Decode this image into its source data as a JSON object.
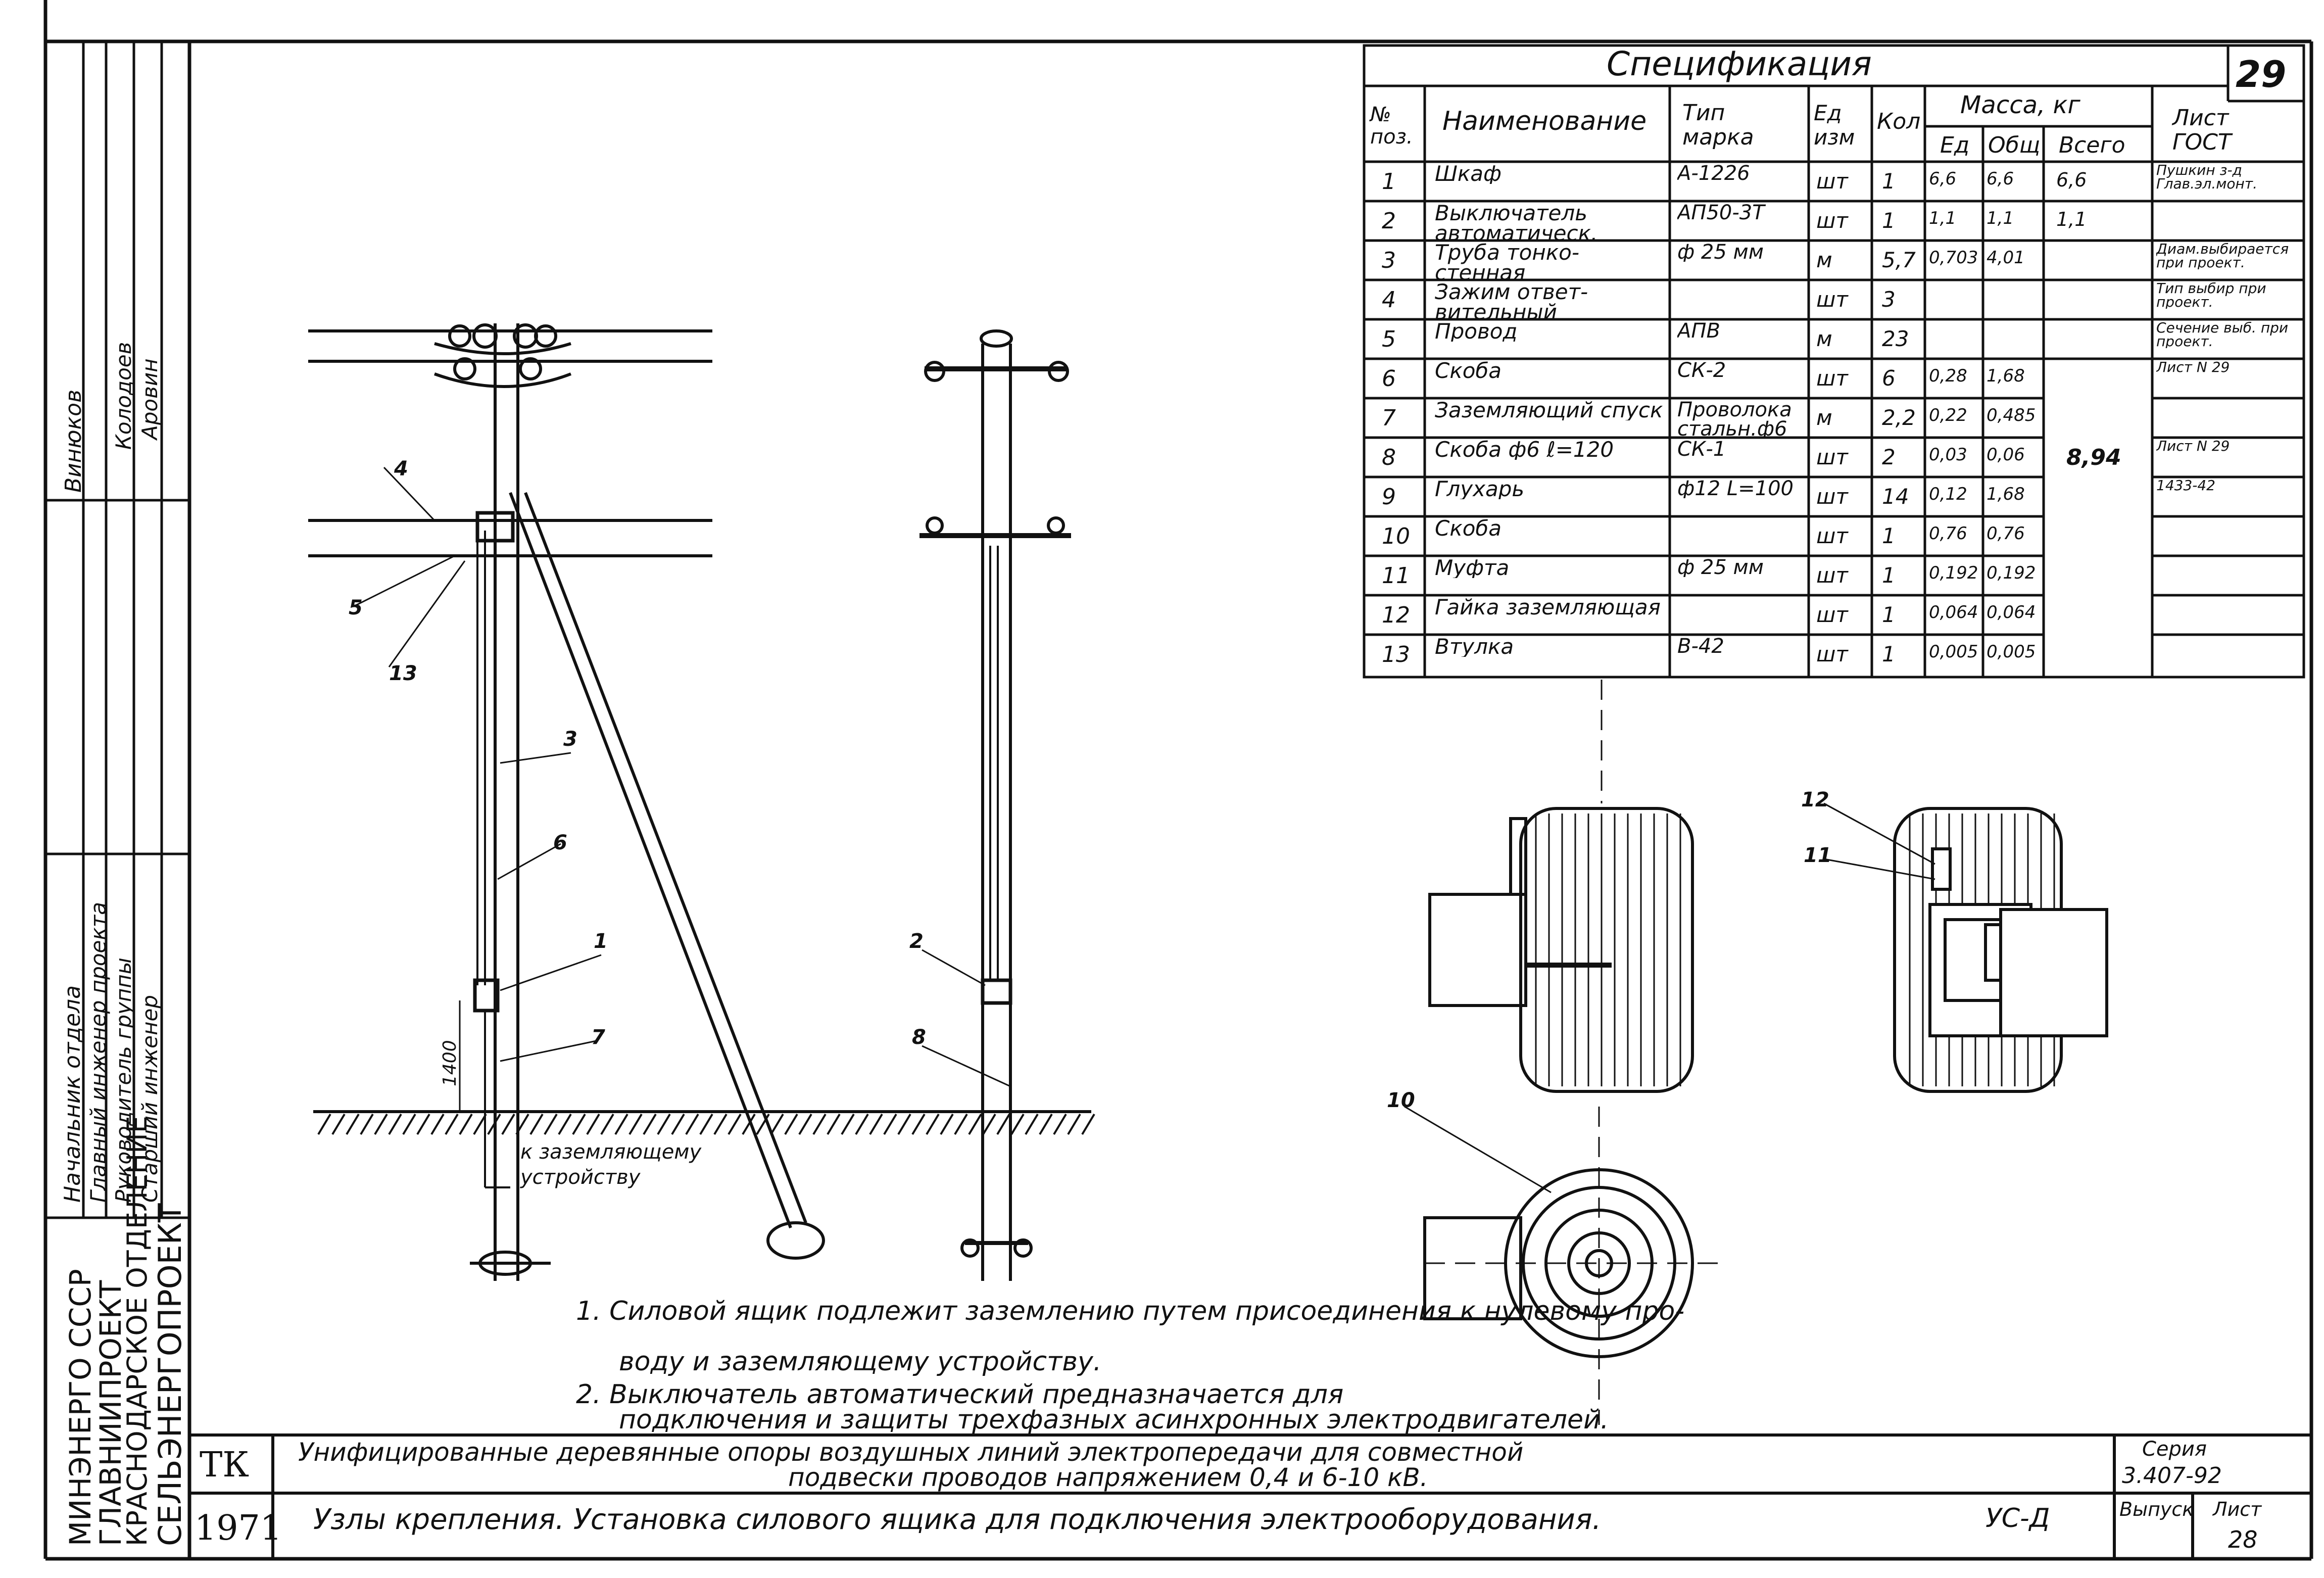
{
  "sheet_number": "29",
  "spec": {
    "title": "Спецификация",
    "headers": {
      "pos": "№ поз.",
      "name": "Наименование",
      "type": "Тип марка",
      "unit": "Ед изм",
      "qty": "Кол",
      "mass": "Масса, кг",
      "mass_unit": "Ед",
      "mass_total": "Общ",
      "mass_all": "Всего",
      "sheet": "Лист ГОСТ"
    },
    "rows": [
      {
        "pos": "1",
        "name": "Шкаф",
        "type": "А-1226",
        "unit": "шт",
        "qty": "1",
        "m1": "6,6",
        "m2": "6,6",
        "m3": "6,6",
        "ref": "Пушкин з-д Глав.эл.монт."
      },
      {
        "pos": "2",
        "name": "Выключатель автоматическ.",
        "type": "АП50-3Т",
        "unit": "шт",
        "qty": "1",
        "m1": "1,1",
        "m2": "1,1",
        "m3": "1,1",
        "ref": ""
      },
      {
        "pos": "3",
        "name": "Труба тонко-стенная",
        "type": "ф 25 мм",
        "unit": "м",
        "qty": "5,7",
        "m1": "0,703",
        "m2": "4,01",
        "m3": "",
        "ref": "Диам.выбирается при проект."
      },
      {
        "pos": "4",
        "name": "Зажим ответ-вительный",
        "type": "",
        "unit": "шт",
        "qty": "3",
        "m1": "",
        "m2": "",
        "m3": "",
        "ref": "Тип выбир при проект."
      },
      {
        "pos": "5",
        "name": "Провод",
        "type": "АПВ",
        "unit": "м",
        "qty": "23",
        "m1": "",
        "m2": "",
        "m3": "",
        "ref": "Сечение выб. при проект."
      },
      {
        "pos": "6",
        "name": "Скоба",
        "type": "СК-2",
        "unit": "шт",
        "qty": "6",
        "m1": "0,28",
        "m2": "1,68",
        "m3": "",
        "ref": "Лист N 29"
      },
      {
        "pos": "7",
        "name": "Заземляющий спуск",
        "type": "Проволока стальн.ф6",
        "unit": "м",
        "qty": "2,2",
        "m1": "0,22",
        "m2": "0,485",
        "m3": "",
        "ref": ""
      },
      {
        "pos": "8",
        "name": "Скоба ф6 ℓ=120",
        "type": "СК-1",
        "unit": "шт",
        "qty": "2",
        "m1": "0,03",
        "m2": "0,06",
        "m3": "",
        "ref": "Лист N 29"
      },
      {
        "pos": "9",
        "name": "Глухарь",
        "type": "ф12 L=100",
        "unit": "шт",
        "qty": "14",
        "m1": "0,12",
        "m2": "1,68",
        "m3": "",
        "ref": "1433-42"
      },
      {
        "pos": "10",
        "name": "Скоба",
        "type": "",
        "unit": "шт",
        "qty": "1",
        "m1": "0,76",
        "m2": "0,76",
        "m3": "",
        "ref": ""
      },
      {
        "pos": "11",
        "name": "Муфта",
        "type": "ф 25 мм",
        "unit": "шт",
        "qty": "1",
        "m1": "0,192",
        "m2": "0,192",
        "m3": "",
        "ref": ""
      },
      {
        "pos": "12",
        "name": "Гайка заземляющая",
        "type": "",
        "unit": "шт",
        "qty": "1",
        "m1": "0,064",
        "m2": "0,064",
        "m3": "",
        "ref": ""
      },
      {
        "pos": "13",
        "name": "Втулка",
        "type": "В-42",
        "unit": "шт",
        "qty": "1",
        "m1": "0,005",
        "m2": "0,005",
        "m3": "",
        "ref": ""
      }
    ],
    "merged_total": "8,94"
  },
  "callouts": [
    "1",
    "2",
    "3",
    "4",
    "5",
    "6",
    "7",
    "8",
    "10",
    "11",
    "12",
    "13"
  ],
  "dimension": "1400",
  "ground_label": "к заземляющему устройству",
  "notes": [
    "1. Силовой ящик подлежит заземлению путем присоединения к нулевому про-",
    "воду и заземляющему устройству.",
    "2. Выключатель автоматический предназначается для",
    "подключения и защиты трехфазных асинхронных электродвигателей."
  ],
  "left_block": {
    "org1": "МИНЭНЕРГО СССР",
    "org2": "ГЛАВНИИПРОЕКТ",
    "org3": "КРАСНОДАРСКОЕ ОТДЕЛЕНИЕ",
    "org4": "СЕЛЬЭНЕРГОПРОЕКТ",
    "roles": [
      "Начальник отдела",
      "Главный инженер проекта",
      "Руководитель группы",
      "Старший инженер"
    ],
    "names": [
      "Винюков",
      "Колодоев",
      "Аровин"
    ]
  },
  "title_block": {
    "code": "ТК",
    "year": "1971",
    "line1": "Унифицированные деревянные опоры воздушных линий электропередачи для совместной",
    "line2": "подвески проводов напряжением 0,4 и 6-10 кВ.",
    "line3": "Узлы крепления. Установка силового ящика для подключения электрооборудования.",
    "code2": "УС-Д",
    "series_label": "Серия",
    "series_value": "3.407-92",
    "issue_label": "Выпуск",
    "sheet_label": "Лист",
    "sheet_value": "28"
  }
}
